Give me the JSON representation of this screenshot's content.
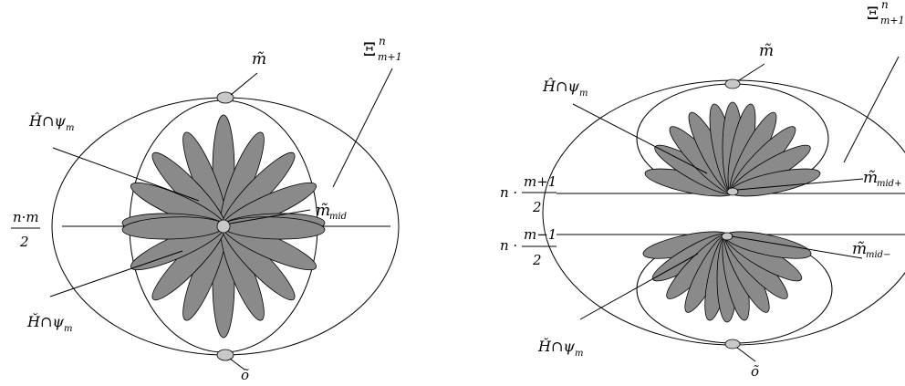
{
  "left_panel": {
    "labels": {
      "m_tilde": "m̃",
      "xi_sym": "Ξ",
      "xi_sup": "n",
      "xi_sub": "m+1",
      "h_hat": "Ĥ∩ψ",
      "h_hat_sub": "m",
      "ratio_num": "n·m",
      "ratio_den": "2",
      "m_mid": "m̃",
      "m_mid_sub": "mid",
      "h_check": "Ȟ∩ψ",
      "h_check_sub": "m",
      "o_tilde": "õ"
    }
  },
  "right_panel": {
    "labels": {
      "xi_sym": "Ξ",
      "xi_sup": "n",
      "xi_sub": "m+1",
      "m_tilde": "m̃",
      "h_hat": "Ĥ∩ψ",
      "h_hat_sub": "m",
      "upper_prefix": "n ·",
      "upper_num": "m+1",
      "upper_den": "2",
      "m_mid_plus": "m̃",
      "m_mid_plus_sub": "mid+",
      "lower_prefix": "n ·",
      "lower_num": "m−1",
      "lower_den": "2",
      "m_mid_minus": "m̃",
      "m_mid_minus_sub": "mid−",
      "h_check": "Ȟ∩ψ",
      "h_check_sub": "m",
      "o_tilde": "õ"
    }
  }
}
